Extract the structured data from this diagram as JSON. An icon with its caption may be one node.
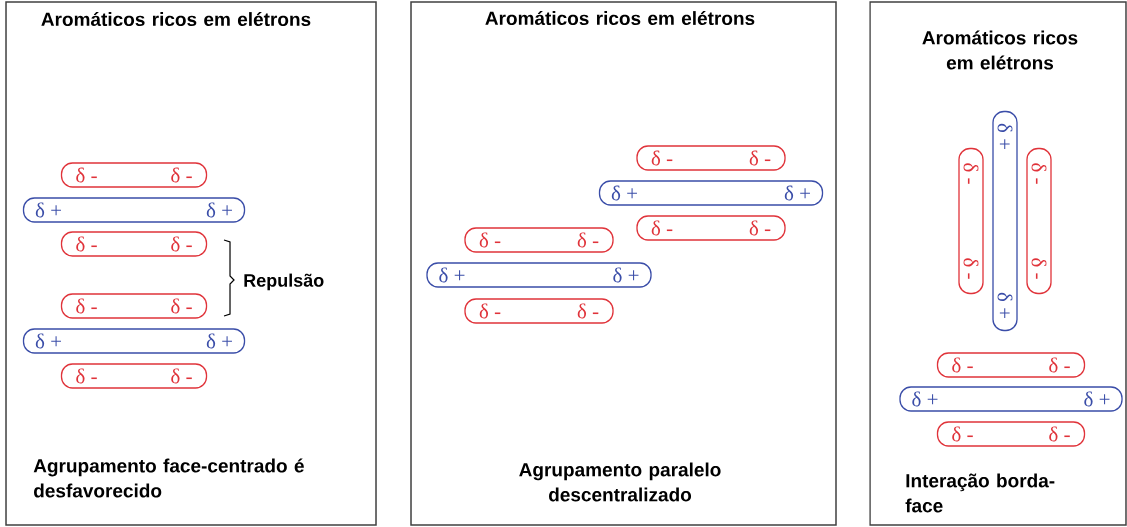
{
  "diagram": {
    "nodes": [
      {
        "text": [
          "Aromáticos ricos em elétrons",
          "Agrupamento face-centrado é desfavorecido"
        ]
      },
      {
        "text": [
          "δ -",
          "δ -"
        ],
        "in": 0
      },
      {
        "text": [
          "δ +",
          "δ +"
        ],
        "in": 0
      },
      {
        "text": [
          "δ -",
          "δ -"
        ],
        "in": 0
      },
      {
        "text": [
          "δ -",
          "δ -"
        ],
        "in": 0
      },
      {
        "text": [
          "δ +",
          "δ +"
        ],
        "in": 0
      },
      {
        "text": [
          "δ -",
          "δ -"
        ],
        "in": 0
      },
      {
        "text": [
          "Aromáticos ricos em elétrons",
          "Agrupamento paralelo descentralizado"
        ]
      },
      {
        "text": [
          "δ -",
          "δ -"
        ],
        "in": 7
      },
      {
        "text": [
          "δ +",
          "δ +"
        ],
        "in": 7
      },
      {
        "text": [
          "δ -",
          "δ -"
        ],
        "in": 7
      },
      {
        "text": [
          "δ -",
          "δ -"
        ],
        "in": 7
      },
      {
        "text": [
          "δ +",
          "δ +"
        ],
        "in": 7
      },
      {
        "text": [
          "δ -",
          "δ -"
        ],
        "in": 7
      },
      {
        "text": [
          "Aromáticos ricos em elétrons",
          "Interação borda-face"
        ]
      },
      {
        "text": [
          "δ -",
          "δ -"
        ],
        "in": 14
      },
      {
        "text": [
          "δ +",
          "δ +"
        ],
        "in": 14
      },
      {
        "text": [
          "δ -",
          "δ -"
        ],
        "in": 14
      },
      {
        "text": [
          "δ -",
          "δ -"
        ],
        "in": 14
      },
      {
        "text": [
          "δ +",
          "δ +"
        ],
        "in": 14
      },
      {
        "text": [
          "δ -",
          "δ -"
        ],
        "in": 14
      }
    ],
    "labels": [
      "Repulsão"
    ]
  }
}
